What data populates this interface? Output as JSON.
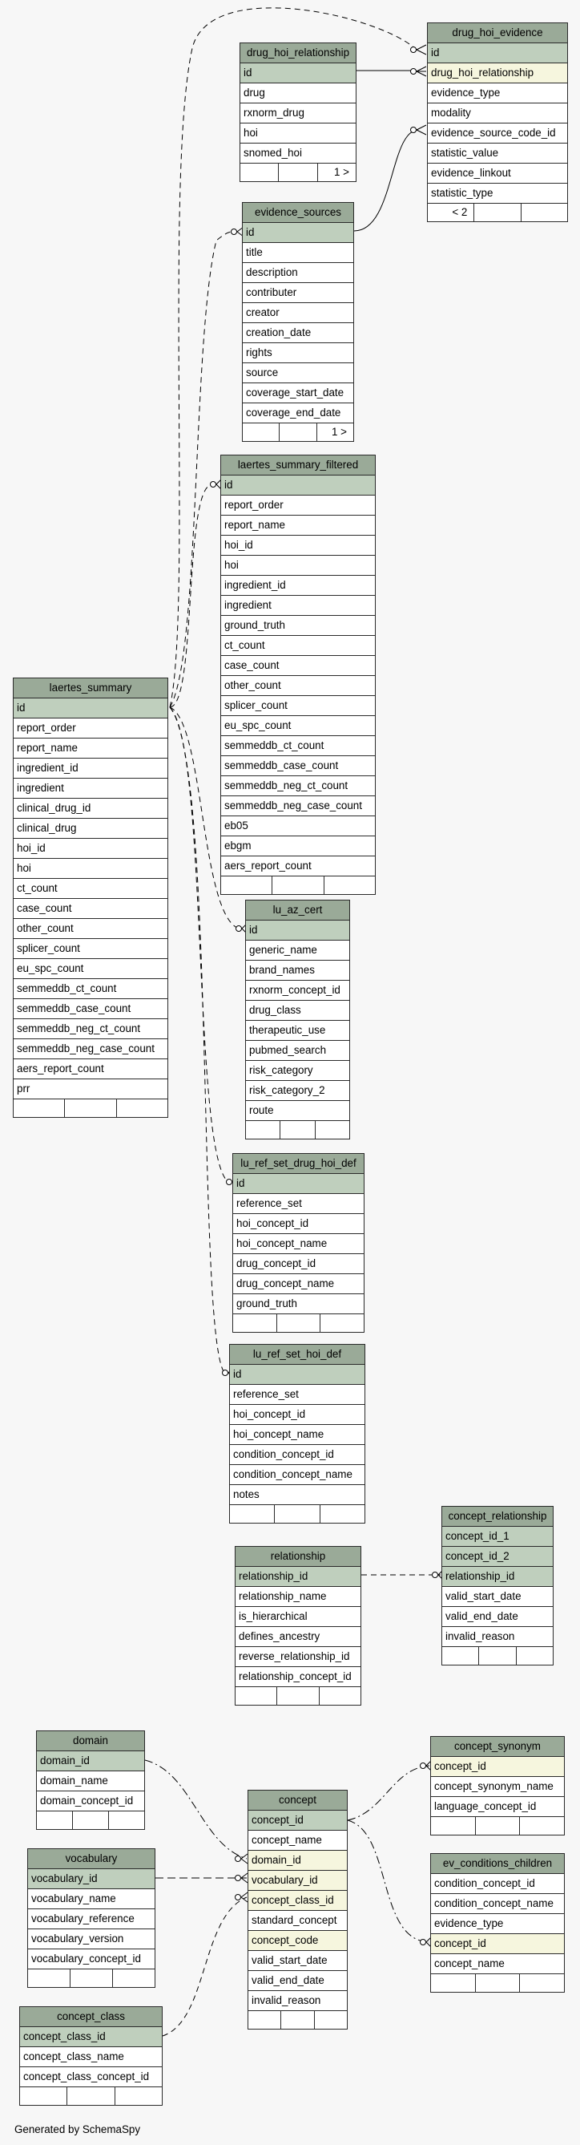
{
  "footer": {
    "generated_by": "Generated by SchemaSpy"
  },
  "tables": [
    {
      "name": "drug_hoi_relationship",
      "columns": [
        {
          "name": "id",
          "kind": "pk"
        },
        {
          "name": "drug"
        },
        {
          "name": "rxnorm_drug"
        },
        {
          "name": "hoi"
        },
        {
          "name": "snomed_hoi"
        }
      ],
      "footer": [
        "",
        "",
        "1 >"
      ]
    },
    {
      "name": "drug_hoi_evidence",
      "columns": [
        {
          "name": "id",
          "kind": "pk"
        },
        {
          "name": "drug_hoi_relationship",
          "kind": "fk"
        },
        {
          "name": "evidence_type"
        },
        {
          "name": "modality"
        },
        {
          "name": "evidence_source_code_id"
        },
        {
          "name": "statistic_value"
        },
        {
          "name": "evidence_linkout"
        },
        {
          "name": "statistic_type"
        }
      ],
      "footer": [
        "< 2",
        "",
        ""
      ]
    },
    {
      "name": "evidence_sources",
      "columns": [
        {
          "name": "id",
          "kind": "pk"
        },
        {
          "name": "title"
        },
        {
          "name": "description"
        },
        {
          "name": "contributer"
        },
        {
          "name": "creator"
        },
        {
          "name": "creation_date"
        },
        {
          "name": "rights"
        },
        {
          "name": "source"
        },
        {
          "name": "coverage_start_date"
        },
        {
          "name": "coverage_end_date"
        }
      ],
      "footer": [
        "",
        "",
        "1 >"
      ]
    },
    {
      "name": "laertes_summary_filtered",
      "columns": [
        {
          "name": "id",
          "kind": "pk"
        },
        {
          "name": "report_order"
        },
        {
          "name": "report_name"
        },
        {
          "name": "hoi_id"
        },
        {
          "name": "hoi"
        },
        {
          "name": "ingredient_id"
        },
        {
          "name": "ingredient"
        },
        {
          "name": "ground_truth"
        },
        {
          "name": "ct_count"
        },
        {
          "name": "case_count"
        },
        {
          "name": "other_count"
        },
        {
          "name": "splicer_count"
        },
        {
          "name": "eu_spc_count"
        },
        {
          "name": "semmeddb_ct_count"
        },
        {
          "name": "semmeddb_case_count"
        },
        {
          "name": "semmeddb_neg_ct_count"
        },
        {
          "name": "semmeddb_neg_case_count"
        },
        {
          "name": "eb05"
        },
        {
          "name": "ebgm"
        },
        {
          "name": "aers_report_count"
        }
      ],
      "footer": [
        "",
        "",
        ""
      ]
    },
    {
      "name": "laertes_summary",
      "columns": [
        {
          "name": "id",
          "kind": "pk"
        },
        {
          "name": "report_order"
        },
        {
          "name": "report_name"
        },
        {
          "name": "ingredient_id"
        },
        {
          "name": "ingredient"
        },
        {
          "name": "clinical_drug_id"
        },
        {
          "name": "clinical_drug"
        },
        {
          "name": "hoi_id"
        },
        {
          "name": "hoi"
        },
        {
          "name": "ct_count"
        },
        {
          "name": "case_count"
        },
        {
          "name": "other_count"
        },
        {
          "name": "splicer_count"
        },
        {
          "name": "eu_spc_count"
        },
        {
          "name": "semmeddb_ct_count"
        },
        {
          "name": "semmeddb_case_count"
        },
        {
          "name": "semmeddb_neg_ct_count"
        },
        {
          "name": "semmeddb_neg_case_count"
        },
        {
          "name": "aers_report_count"
        },
        {
          "name": "prr"
        }
      ],
      "footer": [
        "",
        "",
        ""
      ]
    },
    {
      "name": "lu_az_cert",
      "columns": [
        {
          "name": "id",
          "kind": "pk"
        },
        {
          "name": "generic_name"
        },
        {
          "name": "brand_names"
        },
        {
          "name": "rxnorm_concept_id"
        },
        {
          "name": "drug_class"
        },
        {
          "name": "therapeutic_use"
        },
        {
          "name": "pubmed_search"
        },
        {
          "name": "risk_category"
        },
        {
          "name": "risk_category_2"
        },
        {
          "name": "route"
        }
      ],
      "footer": [
        "",
        "",
        ""
      ]
    },
    {
      "name": "lu_ref_set_drug_hoi_def",
      "columns": [
        {
          "name": "id",
          "kind": "pk"
        },
        {
          "name": "reference_set"
        },
        {
          "name": "hoi_concept_id"
        },
        {
          "name": "hoi_concept_name"
        },
        {
          "name": "drug_concept_id"
        },
        {
          "name": "drug_concept_name"
        },
        {
          "name": "ground_truth"
        }
      ],
      "footer": [
        "",
        "",
        ""
      ]
    },
    {
      "name": "lu_ref_set_hoi_def",
      "columns": [
        {
          "name": "id",
          "kind": "pk"
        },
        {
          "name": "reference_set"
        },
        {
          "name": "hoi_concept_id"
        },
        {
          "name": "hoi_concept_name"
        },
        {
          "name": "condition_concept_id"
        },
        {
          "name": "condition_concept_name"
        },
        {
          "name": "notes"
        }
      ],
      "footer": [
        "",
        "",
        ""
      ]
    },
    {
      "name": "concept_relationship",
      "columns": [
        {
          "name": "concept_id_1",
          "kind": "pk"
        },
        {
          "name": "concept_id_2",
          "kind": "pk"
        },
        {
          "name": "relationship_id",
          "kind": "pk"
        },
        {
          "name": "valid_start_date"
        },
        {
          "name": "valid_end_date"
        },
        {
          "name": "invalid_reason"
        }
      ],
      "footer": [
        "",
        "",
        ""
      ]
    },
    {
      "name": "relationship",
      "columns": [
        {
          "name": "relationship_id",
          "kind": "pk"
        },
        {
          "name": "relationship_name"
        },
        {
          "name": "is_hierarchical"
        },
        {
          "name": "defines_ancestry"
        },
        {
          "name": "reverse_relationship_id"
        },
        {
          "name": "relationship_concept_id"
        }
      ],
      "footer": [
        "",
        "",
        ""
      ]
    },
    {
      "name": "domain",
      "columns": [
        {
          "name": "domain_id",
          "kind": "pk"
        },
        {
          "name": "domain_name"
        },
        {
          "name": "domain_concept_id"
        }
      ],
      "footer": [
        "",
        "",
        ""
      ]
    },
    {
      "name": "concept_synonym",
      "columns": [
        {
          "name": "concept_id",
          "kind": "fk"
        },
        {
          "name": "concept_synonym_name"
        },
        {
          "name": "language_concept_id"
        }
      ],
      "footer": [
        "",
        "",
        ""
      ]
    },
    {
      "name": "concept",
      "columns": [
        {
          "name": "concept_id",
          "kind": "pk"
        },
        {
          "name": "concept_name"
        },
        {
          "name": "domain_id",
          "kind": "fk"
        },
        {
          "name": "vocabulary_id",
          "kind": "fk"
        },
        {
          "name": "concept_class_id",
          "kind": "fk"
        },
        {
          "name": "standard_concept"
        },
        {
          "name": "concept_code",
          "kind": "fk"
        },
        {
          "name": "valid_start_date"
        },
        {
          "name": "valid_end_date"
        },
        {
          "name": "invalid_reason"
        }
      ],
      "footer": [
        "",
        "",
        ""
      ]
    },
    {
      "name": "vocabulary",
      "columns": [
        {
          "name": "vocabulary_id",
          "kind": "pk"
        },
        {
          "name": "vocabulary_name"
        },
        {
          "name": "vocabulary_reference"
        },
        {
          "name": "vocabulary_version"
        },
        {
          "name": "vocabulary_concept_id"
        }
      ],
      "footer": [
        "",
        "",
        ""
      ]
    },
    {
      "name": "ev_conditions_children",
      "columns": [
        {
          "name": "condition_concept_id"
        },
        {
          "name": "condition_concept_name"
        },
        {
          "name": "evidence_type"
        },
        {
          "name": "concept_id",
          "kind": "fk"
        },
        {
          "name": "concept_name"
        }
      ],
      "footer": [
        "",
        "",
        ""
      ]
    },
    {
      "name": "concept_class",
      "columns": [
        {
          "name": "concept_class_id",
          "kind": "pk"
        },
        {
          "name": "concept_class_name"
        },
        {
          "name": "concept_class_concept_id"
        }
      ],
      "footer": [
        "",
        "",
        ""
      ]
    }
  ]
}
